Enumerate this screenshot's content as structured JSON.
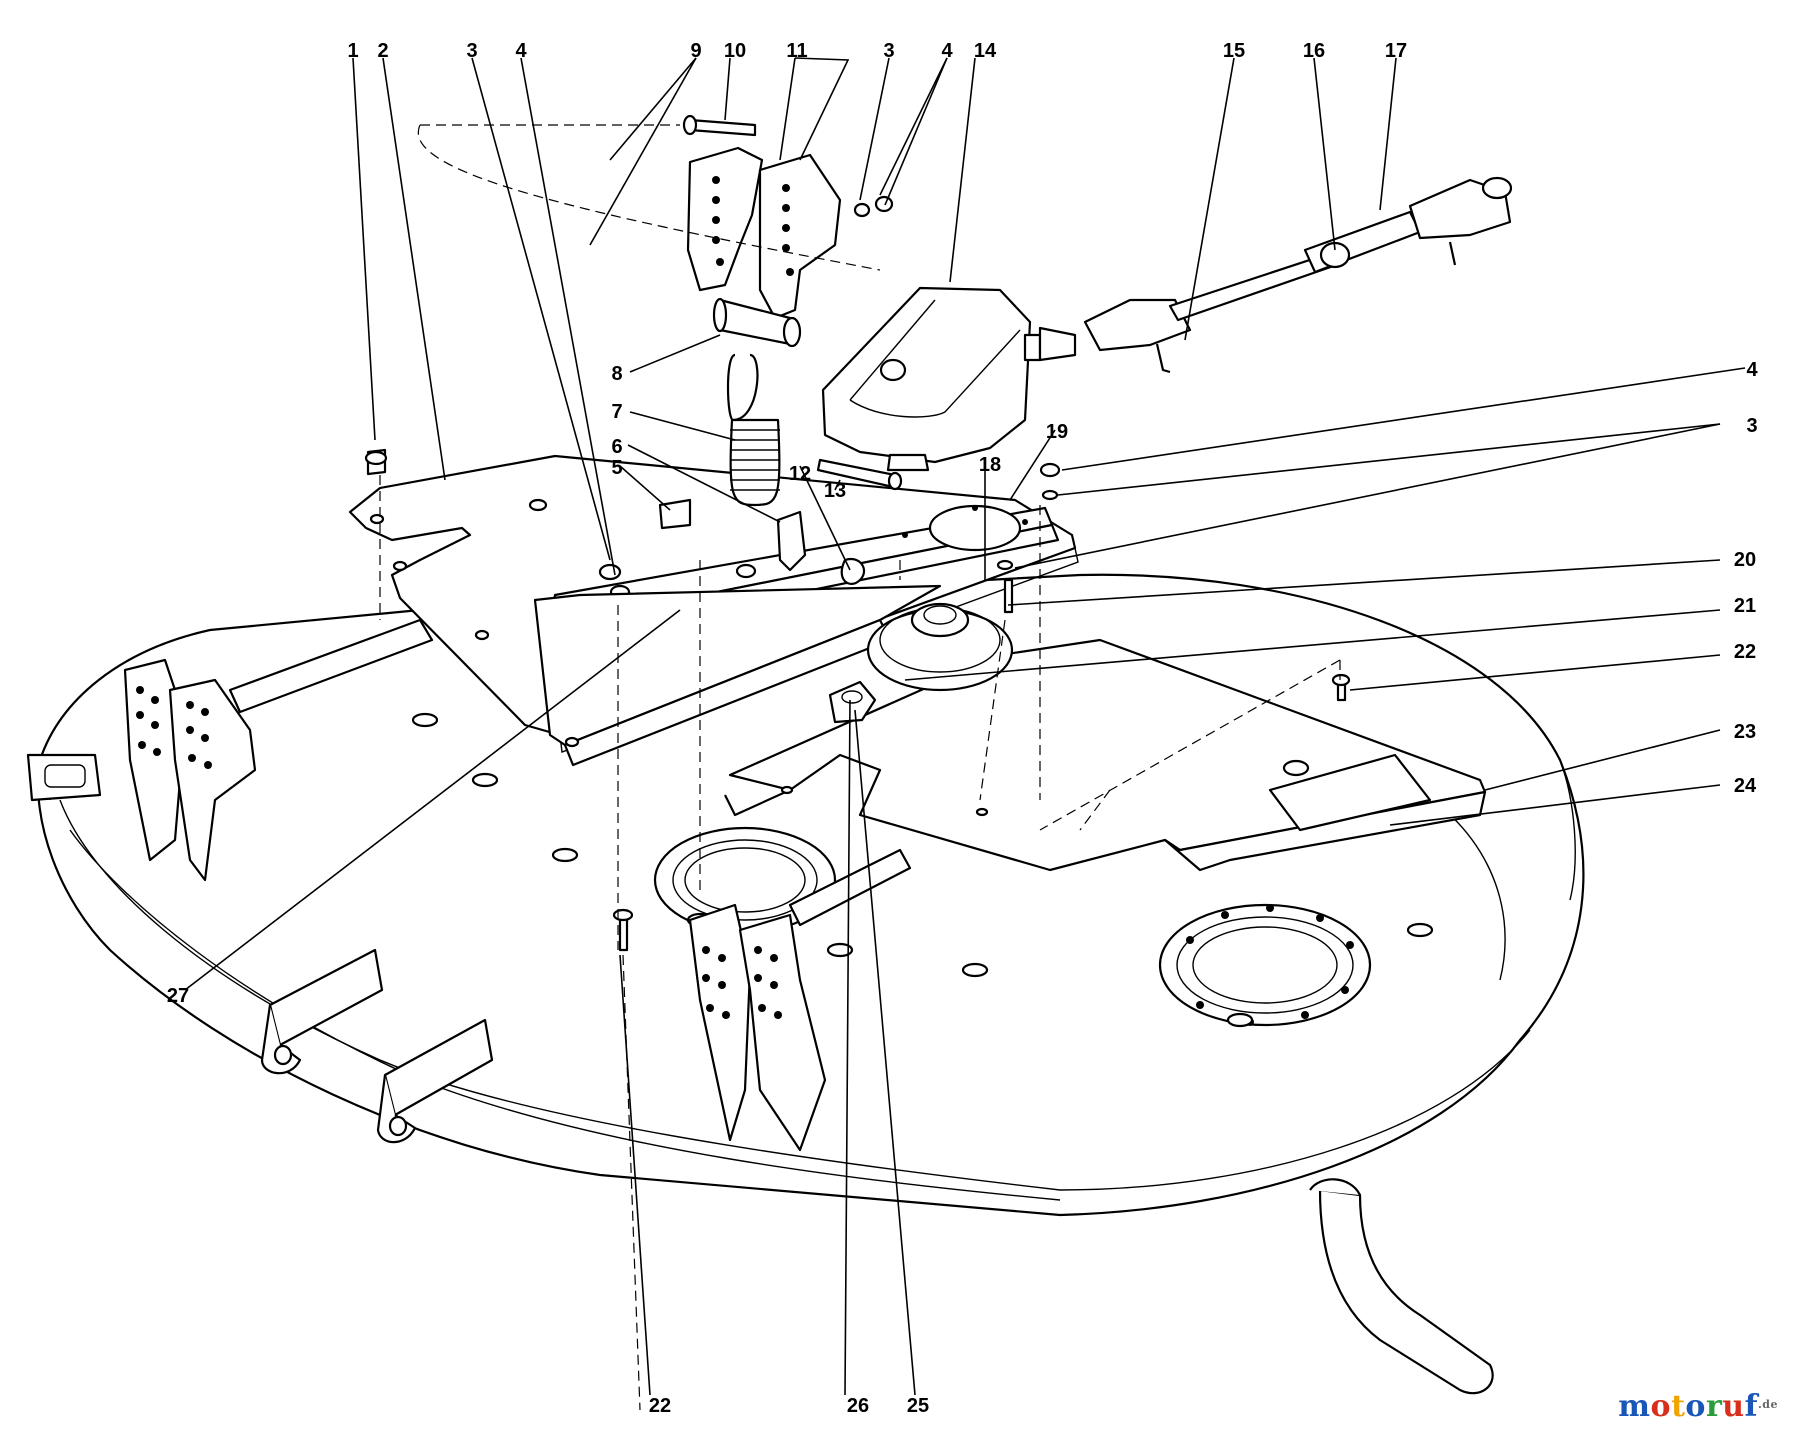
{
  "diagram": {
    "callouts": [
      {
        "id": "c1",
        "label": "1"
      },
      {
        "id": "c2",
        "label": "2"
      },
      {
        "id": "c3a",
        "label": "3"
      },
      {
        "id": "c4a",
        "label": "4"
      },
      {
        "id": "c9",
        "label": "9"
      },
      {
        "id": "c10",
        "label": "10"
      },
      {
        "id": "c11",
        "label": "11"
      },
      {
        "id": "c3b",
        "label": "3"
      },
      {
        "id": "c4b",
        "label": "4"
      },
      {
        "id": "c14",
        "label": "14"
      },
      {
        "id": "c15",
        "label": "15"
      },
      {
        "id": "c16",
        "label": "16"
      },
      {
        "id": "c17",
        "label": "17"
      },
      {
        "id": "c4c",
        "label": "4"
      },
      {
        "id": "c3c",
        "label": "3"
      },
      {
        "id": "c8",
        "label": "8"
      },
      {
        "id": "c7",
        "label": "7"
      },
      {
        "id": "c6",
        "label": "6"
      },
      {
        "id": "c5",
        "label": "5"
      },
      {
        "id": "c12",
        "label": "12"
      },
      {
        "id": "c13",
        "label": "13"
      },
      {
        "id": "c19",
        "label": "19"
      },
      {
        "id": "c18",
        "label": "18"
      },
      {
        "id": "c20",
        "label": "20"
      },
      {
        "id": "c21",
        "label": "21"
      },
      {
        "id": "c22a",
        "label": "22"
      },
      {
        "id": "c23",
        "label": "23"
      },
      {
        "id": "c24",
        "label": "24"
      },
      {
        "id": "c27",
        "label": "27"
      },
      {
        "id": "c22b",
        "label": "22"
      },
      {
        "id": "c26",
        "label": "26"
      },
      {
        "id": "c25",
        "label": "25"
      }
    ]
  },
  "watermark": {
    "parts": [
      "m",
      "o",
      "t",
      "o",
      "r",
      "u",
      "f"
    ],
    "colors": [
      "#1a56b8",
      "#d92e1c",
      "#f0a400",
      "#1a56b8",
      "#2a9d3a",
      "#d92e1c",
      "#1a56b8"
    ],
    "suffix": ".de"
  }
}
